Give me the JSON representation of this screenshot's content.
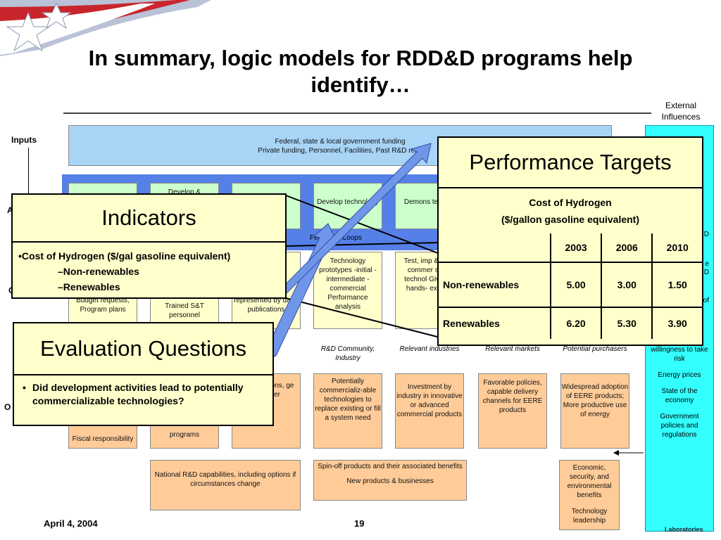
{
  "slide": {
    "title": "In summary, logic models for RDD&D programs help identify…",
    "date": "April 4, 2004",
    "page_number": "19",
    "logo_text": "Laboratories"
  },
  "logic_model": {
    "external_header": "External Influences",
    "side_labels": {
      "inputs": "Inputs",
      "a": "A",
      "o_top": "O",
      "o_bottom": "O"
    },
    "funding_line1": "Federal, state & local government funding",
    "funding_line2": "Private funding, Personnel, Facilities, Past R&D resu",
    "feedback": "Feedback Loops",
    "activities": [
      "",
      "Develop & ",
      "",
      "Develop technology",
      "Demons technol"
    ],
    "outputs": [
      "Budget requests, Program plans",
      "Trained S&T personnel",
      "represented by data, publications",
      "Technology prototypes -initial -intermediate -commercial  Performance analysis",
      "Test, imp & valid commer scale technol Give ind hands- experie"
    ],
    "audiences": [
      "",
      "",
      "ty",
      "R&D Community, Industry",
      "Relevant industries",
      "Relevant markets",
      "Potential purchasers"
    ],
    "outcomes": [
      "Fiscal responsibility",
      "programs",
      "s & with e ons, ge spill-over",
      "Potentially commercializ-able technologies to replace existing or fill a system need",
      "Investment by industry in innovative or advanced commercial products",
      "Favorable policies, capable delivery channels for EERE products",
      "Widespread adoption of EERE products; More productive use of energy"
    ],
    "long_term": [
      "National R&D capabilities, including options if circumstances change",
      "Spin-off products and their associated benefits",
      "New products & businesses",
      "Economic, security, and environmental benefits",
      "Technology leadership"
    ],
    "external_items": [
      "willingness to take risk",
      "Energy prices",
      "State of the economy",
      "Government policies and regulations"
    ],
    "external_partial": [
      "D",
      "e",
      "D",
      "of"
    ]
  },
  "indicators": {
    "title": "Indicators",
    "item": "Cost of Hydrogen ($/gal gasoline equivalent)",
    "subitems": [
      "Non-renewables",
      "Renewables"
    ]
  },
  "evaluation_questions": {
    "title": "Evaluation Questions",
    "item": "Did development activities lead to potentially commercializable technologies?"
  },
  "performance_targets": {
    "title": "Performance Targets",
    "subtitle_line1": "Cost of Hydrogen",
    "subtitle_line2": "($/gallon gasoline equivalent)",
    "years": [
      "2003",
      "2006",
      "2010"
    ],
    "rows": [
      {
        "label": "Non-renewables",
        "values": [
          "5.00",
          "3.00",
          "1.50"
        ]
      },
      {
        "label": "Renewables",
        "values": [
          "6.20",
          "5.30",
          "3.90"
        ]
      }
    ]
  },
  "colors": {
    "funding": "#a8d4f6",
    "activities_band": "#5580e8",
    "activities": "#ccffcc",
    "outputs": "#ffffcc",
    "outcomes": "#ffcc99",
    "external": "#33ffff",
    "callout": "#ffffcc",
    "arrow": "#6f96e8"
  }
}
